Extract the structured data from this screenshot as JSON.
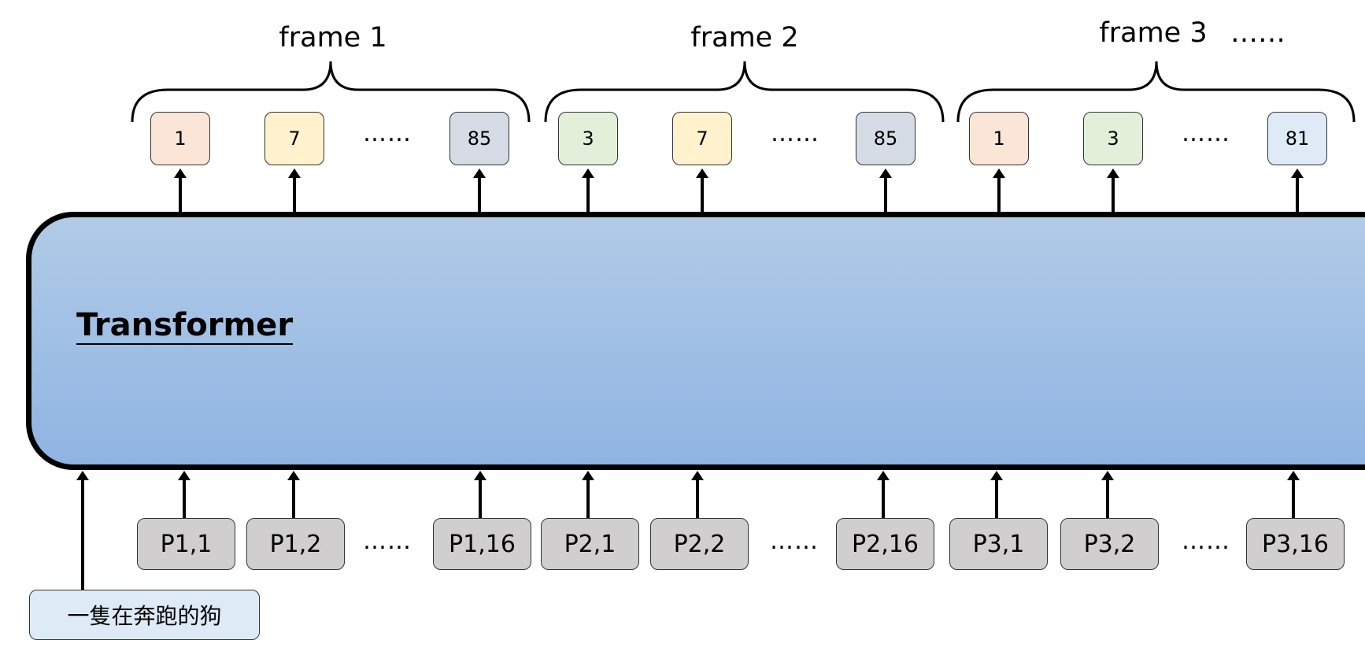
{
  "transformer": {
    "label": "Transformer"
  },
  "text_prompt": "一隻在奔跑的狗",
  "frames": [
    {
      "label": "frame 1",
      "tokens": [
        {
          "value": "1",
          "color": "#FBE5D6"
        },
        {
          "value": "7",
          "color": "#FFF2CC"
        },
        {
          "value": "85",
          "color": "#D6DCE5"
        }
      ],
      "ellipsis": "……"
    },
    {
      "label": "frame 2",
      "tokens": [
        {
          "value": "3",
          "color": "#E2F0D9"
        },
        {
          "value": "7",
          "color": "#FFF2CC"
        },
        {
          "value": "85",
          "color": "#D6DCE5"
        }
      ],
      "ellipsis": "……"
    },
    {
      "label": "frame 3",
      "tokens": [
        {
          "value": "1",
          "color": "#FBE5D6"
        },
        {
          "value": "3",
          "color": "#E2F0D9"
        },
        {
          "value": "81",
          "color": "#DEEBF7"
        }
      ],
      "ellipsis": "……"
    }
  ],
  "more_frames": "……",
  "patches": [
    {
      "labels": [
        "P1,1",
        "P1,2",
        "P1,16"
      ],
      "ellipsis": "……"
    },
    {
      "labels": [
        "P2,1",
        "P2,2",
        "P2,16"
      ],
      "ellipsis": "……"
    },
    {
      "labels": [
        "P3,1",
        "P3,2",
        "P3,16"
      ],
      "ellipsis": "……"
    }
  ],
  "colors": {
    "transformer_top": "#B1CBE7",
    "transformer_bottom": "#8FB4E2",
    "patch": "#D0CECE",
    "prompt": "#DEEBF7"
  }
}
